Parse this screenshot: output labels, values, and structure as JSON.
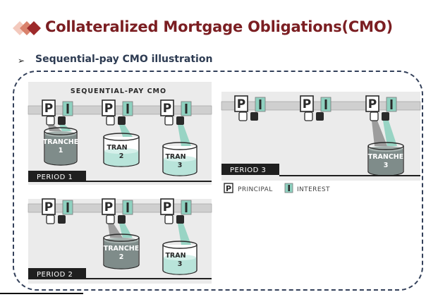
{
  "title": "Collateralized Mortgage Obligations(CMO)",
  "subtitle": "Sequential-pay CMO illustration",
  "diagram": {
    "heading": "SEQUENTIAL-PAY CMO",
    "principal_glyph": "P",
    "interest_glyph": "I",
    "legend": {
      "principal": "PRINCIPAL",
      "interest": "INTEREST"
    },
    "periods": [
      {
        "label": "PERIOD 1",
        "tranches": [
          {
            "label": "TRANCHE",
            "num": "1"
          },
          {
            "label": "TRAN",
            "num": "2"
          },
          {
            "label": "TRAN",
            "num": "3"
          }
        ]
      },
      {
        "label": "PERIOD 2",
        "tranches": [
          {
            "label": "TRANCHE",
            "num": "2"
          },
          {
            "label": "TRAN",
            "num": "3"
          }
        ]
      },
      {
        "label": "PERIOD 3",
        "tranches": [
          {
            "label": "TRANCHE",
            "num": "3"
          }
        ]
      }
    ]
  },
  "colors": {
    "title": "#7b1e22",
    "panel": "#ebebeb",
    "pipe": "#cfcfcf",
    "interest": "#8fd1c0",
    "principal_flow": "#8e8e8e",
    "dark": "#2a2a2a"
  }
}
